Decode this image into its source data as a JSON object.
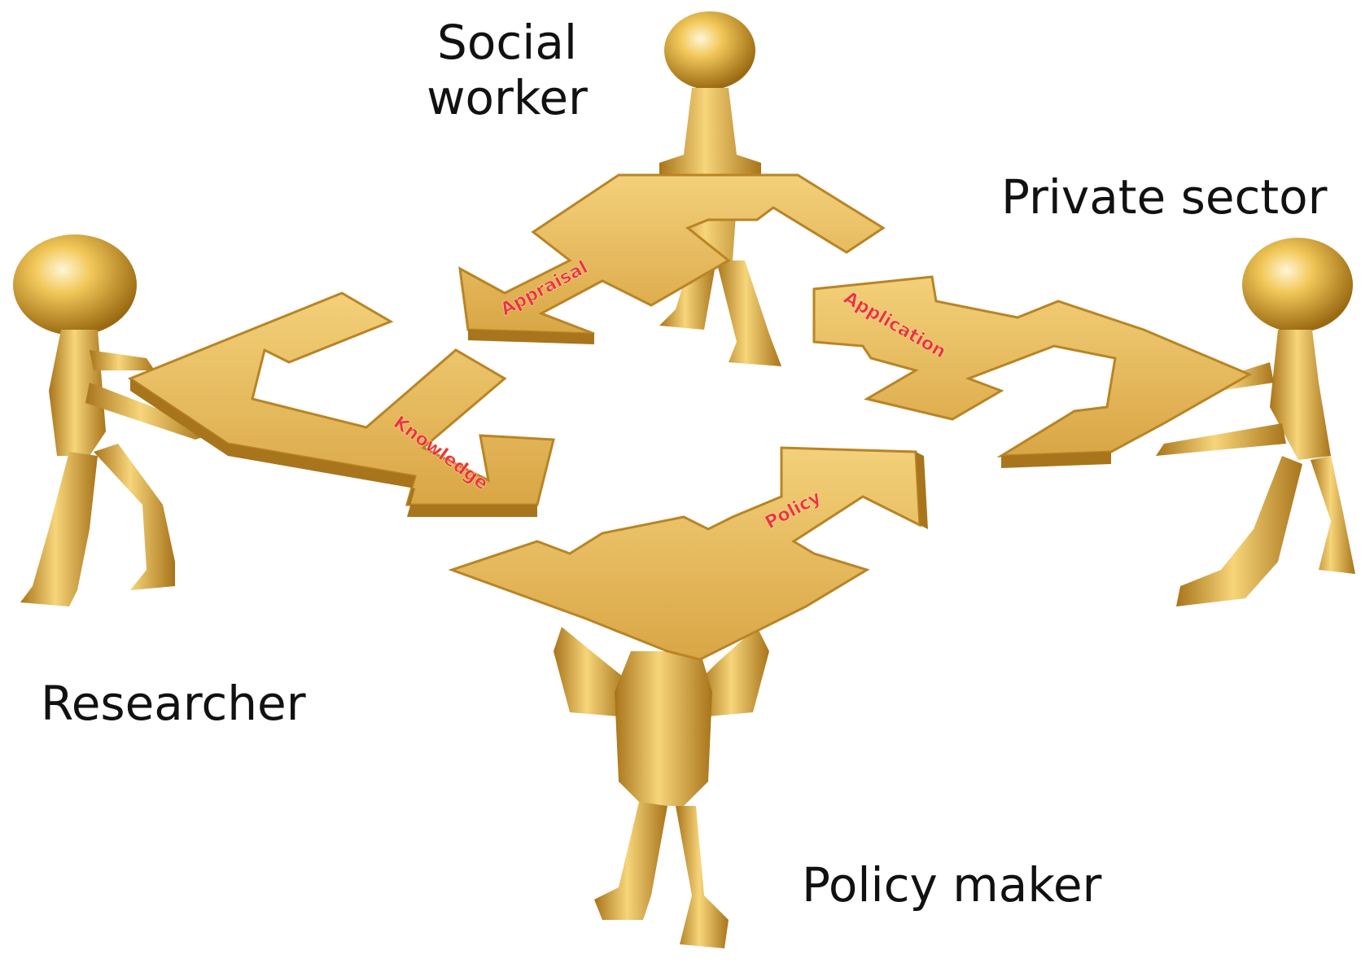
{
  "roles": {
    "social_worker": [
      "Social",
      "worker"
    ],
    "private_sector": "Private sector",
    "researcher": "Researcher",
    "policy_maker": "Policy maker"
  },
  "arrows": {
    "knowledge": "Knowledge",
    "appraisal": "Appraisal",
    "application": "Application",
    "policy": "Policy"
  },
  "colors": {
    "gold_light": "#f8dc8a",
    "gold_mid": "#e2b24a",
    "gold_dark": "#9a6a12",
    "arrow_text": "#e8333f"
  }
}
